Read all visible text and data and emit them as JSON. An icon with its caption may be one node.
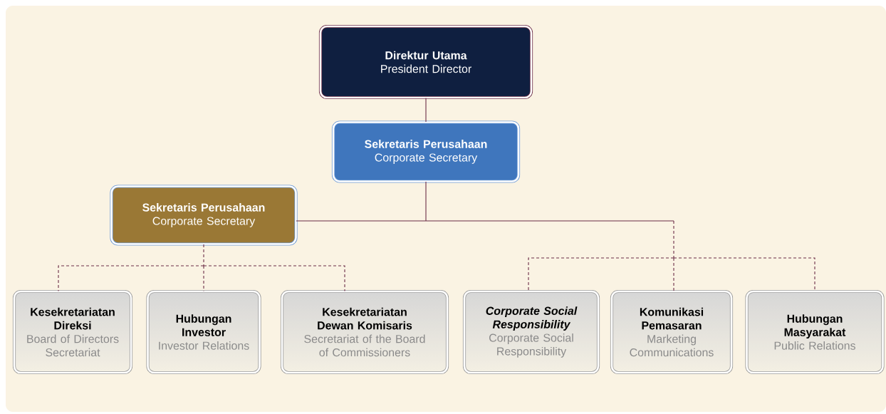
{
  "diagram": {
    "nodes": [
      {
        "text": [
          "Direktur Utama",
          "President Director"
        ]
      },
      {
        "text": [
          "Sekretaris Perusahaan",
          "Corporate Secretary"
        ]
      },
      {
        "text": [
          "Sekretaris Perusahaan",
          "Corporate Secretary"
        ]
      },
      {
        "text": [
          "Kesekretariatan Direksi",
          "Board of Directors Secretariat"
        ]
      },
      {
        "text": [
          "Hubungan Investor",
          "Investor Relations"
        ]
      },
      {
        "text": [
          "Kesekretariatan Dewan Komisaris",
          "Secretariat of the Board of Commissioners"
        ]
      },
      {
        "text": [
          "Corporate Social Responsibility",
          "Corporate Social Responsibility"
        ]
      },
      {
        "text": [
          "Komunikasi Pemasaran",
          "Marketing Communications"
        ]
      },
      {
        "text": [
          "Hubungan Masyarakat",
          "Public Relations"
        ]
      }
    ],
    "edges": [
      {
        "from": 0,
        "to": 1,
        "arrow": "none"
      },
      {
        "from": 1,
        "to": 2,
        "arrow": "none"
      },
      {
        "from": 2,
        "to": 3,
        "arrow": "none",
        "style": "dashed"
      },
      {
        "from": 2,
        "to": 4,
        "arrow": "none",
        "style": "dashed"
      },
      {
        "from": 2,
        "to": 5,
        "arrow": "none",
        "style": "dashed"
      },
      {
        "from": 1,
        "to": 6,
        "arrow": "none"
      },
      {
        "from": 1,
        "to": 7,
        "arrow": "none"
      },
      {
        "from": 1,
        "to": 8,
        "arrow": "none"
      }
    ]
  }
}
